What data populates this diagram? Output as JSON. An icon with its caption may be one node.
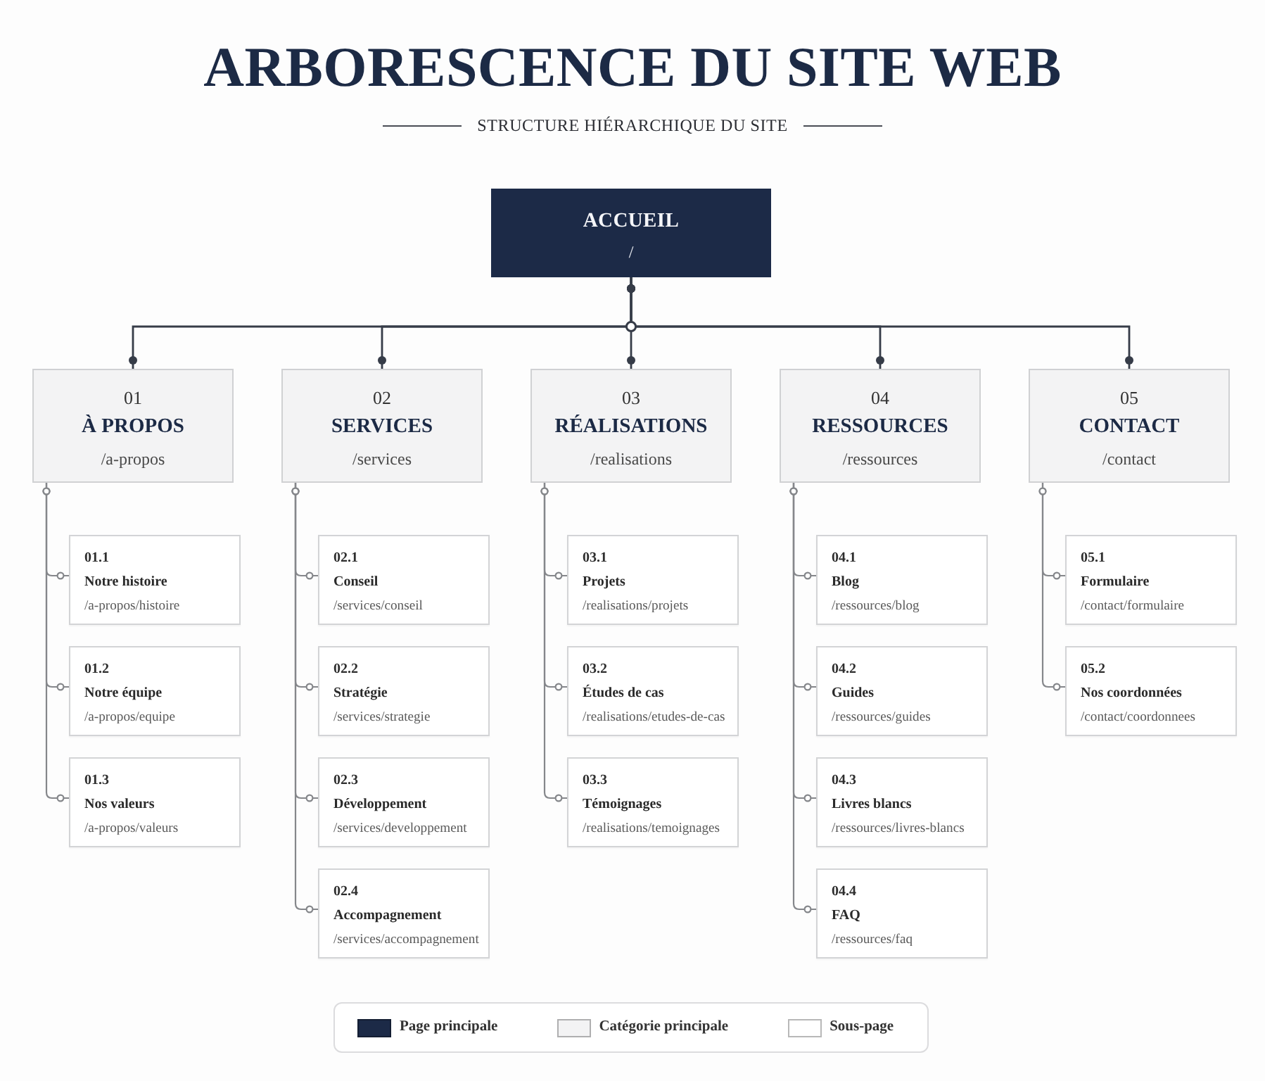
{
  "diagram": {
    "title": "ARBORESCENCE DU SITE WEB",
    "nodes": [
      {
        "text": [
          "ACCUEIL",
          "/"
        ]
      },
      {
        "text": [
          "01",
          "À PROPOS",
          "/a-propos"
        ]
      },
      {
        "text": [
          "02",
          "SERVICES",
          "/services"
        ]
      },
      {
        "text": [
          "03",
          "RÉALISATIONS",
          "/realisations"
        ]
      },
      {
        "text": [
          "04",
          "RESSOURCES",
          "/ressources"
        ]
      },
      {
        "text": [
          "05",
          "CONTACT",
          "/contact"
        ]
      },
      {
        "text": [
          "01.1",
          "Notre histoire",
          "/a-propos/histoire"
        ]
      },
      {
        "text": [
          "01.2",
          "Notre équipe",
          "/a-propos/equipe"
        ]
      },
      {
        "text": [
          "01.3",
          "Nos valeurs",
          "/a-propos/valeurs"
        ]
      },
      {
        "text": [
          "02.1",
          "Conseil",
          "/services/conseil"
        ]
      },
      {
        "text": [
          "02.2",
          "Stratégie",
          "/services/strategie"
        ]
      },
      {
        "text": [
          "02.3",
          "Développement",
          "/services/developpement"
        ]
      },
      {
        "text": [
          "02.4",
          "Accompagnement",
          "/services/accompagnement"
        ]
      },
      {
        "text": [
          "03.1",
          "Projets",
          "/realisations/projets"
        ]
      },
      {
        "text": [
          "03.2",
          "Études de cas",
          "/realisations/etudes-de-cas"
        ]
      },
      {
        "text": [
          "03.3",
          "Témoignages",
          "/realisations/temoignages"
        ]
      },
      {
        "text": [
          "04.1",
          "Blog",
          "/ressources/blog"
        ]
      },
      {
        "text": [
          "04.2",
          "Guides",
          "/ressources/guides"
        ]
      },
      {
        "text": [
          "04.3",
          "Livres blancs",
          "/ressources/livres-blancs"
        ]
      },
      {
        "text": [
          "04.4",
          "FAQ",
          "/ressources/faq"
        ]
      },
      {
        "text": [
          "05.1",
          "Formulaire",
          "/contact/formulaire"
        ]
      },
      {
        "text": [
          "05.2",
          "Nos coordonnées",
          "/contact/coordonnees"
        ]
      }
    ],
    "edges": [
      {
        "from": 0,
        "to": 1,
        "arrow": "other",
        "color": "#363c48"
      },
      {
        "from": 0,
        "to": 2,
        "arrow": "other",
        "color": "#363c48"
      },
      {
        "from": 0,
        "to": 3,
        "arrow": "other",
        "color": "#363c48"
      },
      {
        "from": 0,
        "to": 4,
        "arrow": "other",
        "color": "#363c48"
      },
      {
        "from": 0,
        "to": 5,
        "arrow": "other",
        "color": "#363c48"
      },
      {
        "from": 1,
        "to": 6,
        "arrow": "other"
      },
      {
        "from": 1,
        "to": 7,
        "arrow": "other"
      },
      {
        "from": 1,
        "to": 8,
        "arrow": "other"
      },
      {
        "from": 2,
        "to": 9,
        "arrow": "other"
      },
      {
        "from": 2,
        "to": 10,
        "arrow": "other"
      },
      {
        "from": 2,
        "to": 11,
        "arrow": "other"
      },
      {
        "from": 2,
        "to": 12,
        "arrow": "other"
      },
      {
        "from": 3,
        "to": 13,
        "arrow": "other"
      },
      {
        "from": 3,
        "to": 14,
        "arrow": "other"
      },
      {
        "from": 3,
        "to": 15,
        "arrow": "other"
      },
      {
        "from": 4,
        "to": 16,
        "arrow": "other"
      },
      {
        "from": 4,
        "to": 17,
        "arrow": "other"
      },
      {
        "from": 4,
        "to": 18,
        "arrow": "other"
      },
      {
        "from": 4,
        "to": 19,
        "arrow": "other"
      },
      {
        "from": 5,
        "to": 20,
        "arrow": "other"
      },
      {
        "from": 5,
        "to": 21,
        "arrow": "other"
      }
    ],
    "labels": [
      "STRUCTURE HIÉRARCHIQUE DU SITE"
    ],
    "legend": [
      {
        "text": "Page principale",
        "color": "#1c2a47"
      },
      {
        "text": "Catégorie principale",
        "color": "#f3f3f4"
      },
      {
        "text": "Sous-page",
        "color": "#ffffff"
      }
    ]
  }
}
